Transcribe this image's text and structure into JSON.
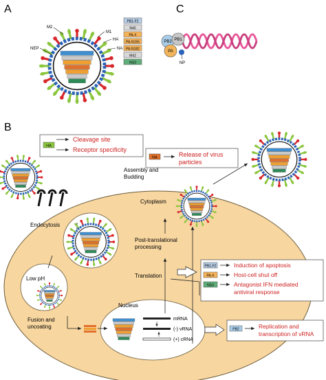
{
  "panels": {
    "a": "A",
    "b": "B",
    "c": "C"
  },
  "virion_labels": {
    "m2": "M2",
    "nep": "NEP",
    "m1": "M1",
    "ha": "HA",
    "na": "NA"
  },
  "segment_legend": [
    "PB1-F2",
    "N40",
    "PA-X",
    "PA-N155",
    "PA-N182",
    "M42",
    "NS3"
  ],
  "segment_colors": [
    "#3f8fd0",
    "#c9c9c9",
    "#f0a030",
    "#e0702a",
    "#f0a030",
    "#c9c9c9",
    "#2e8b57"
  ],
  "polymerase": {
    "pb2": "PB2",
    "pb1": "PB1",
    "pa": "PA",
    "np": "NP"
  },
  "cell": {
    "cytoplasm": "Cytoplasm",
    "endocytosis": "Endocytosis",
    "low_ph": "Low pH",
    "fusion": "Fusion and\nuncoating",
    "nucleus": "Nucleus",
    "mrna": "mRNA",
    "vrna_minus": "(-) vRNA",
    "crna_plus": "(+) cRNA",
    "translation": "Translation",
    "post_translational": "Post-translational\nprocessing",
    "assembly": "Assembly and\nBudding"
  },
  "callouts": {
    "ha_tag": "HA",
    "ha_text": [
      "Cleavage site",
      "Receptor specificity"
    ],
    "na_tag": "NA",
    "na_text": "Release of virus\nparticles",
    "pb1f2_tag": "PB1-F2",
    "pb1f2_text": "Induction of apoptosis",
    "pax_tag": "PA-X",
    "pax_text": "Host-cell shut off",
    "ns3_tag": "NS3",
    "ns3_text": "Antagonist IFN mediated\nantiviral response",
    "pb2_tag": "PB2",
    "pb2_text": "Replication and\ntranscription of vRNA"
  },
  "colors": {
    "cell_fill": "#f7d6a0",
    "cell_stroke": "#6b5a3a",
    "callout_red": "#cc1f1f",
    "envelope": "#2a63b8",
    "spike_green": "#8cc63f",
    "spike_red": "#d8262a",
    "helix": "#e8579a"
  }
}
